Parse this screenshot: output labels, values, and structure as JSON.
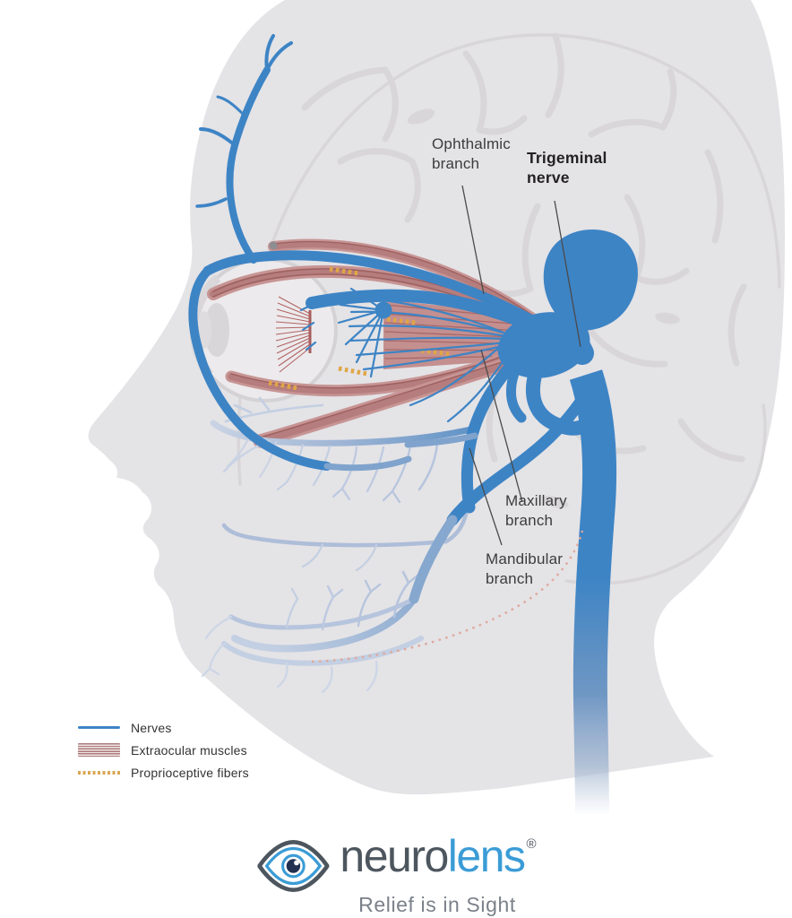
{
  "annotations": {
    "ophthalmic": {
      "line1": "Ophthalmic",
      "line2": "branch"
    },
    "trigeminal": {
      "line1": "Trigeminal",
      "line2": "nerve"
    },
    "maxillary": {
      "line1": "Maxillary",
      "line2": "branch"
    },
    "mandibular": {
      "line1": "Mandibular",
      "line2": "branch"
    }
  },
  "legend": {
    "nerves": "Nerves",
    "extraocular": "Extraocular muscles",
    "proprioceptive": "Proprioceptive fibers"
  },
  "logo": {
    "brand_prefix": "neuro",
    "brand_suffix": "lens",
    "registered": "®",
    "tagline": "Relief is in Sight"
  },
  "colors": {
    "nerve_blue": "#3d84c5",
    "nerve_faded": "#b6c5dd",
    "muscle_rose": "#b57d7d",
    "fiber_gold": "#e0a645",
    "silhouette_gray": "#e4e3e6",
    "brain_pattern_gray": "#d8d6d8",
    "proprio_jaw_dotted": "#dfa89c",
    "brand_dark": "#4d565e",
    "brand_blue": "#3b9cd6",
    "tagline_gray": "#7b818a"
  }
}
